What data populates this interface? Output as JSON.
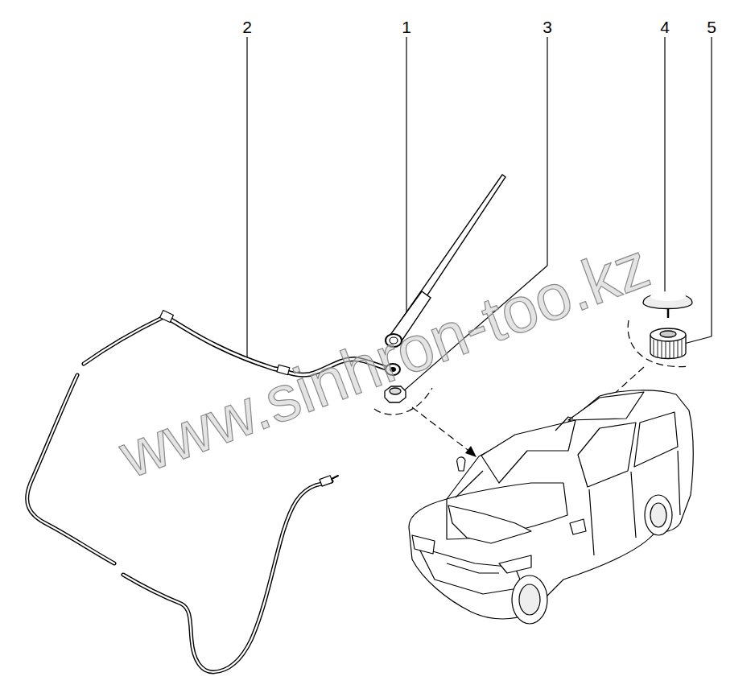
{
  "diagram": {
    "labels": [
      "2",
      "1",
      "3",
      "4",
      "5",
      "www.sinhron-too.kz"
    ]
  }
}
